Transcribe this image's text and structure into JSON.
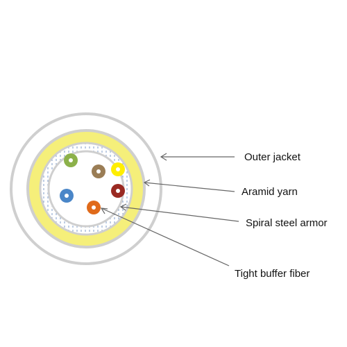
{
  "labels": {
    "outer_jacket": "Outer jacket",
    "aramid_yarn": "Aramid yarn",
    "spiral_steel_armor": "Spiral steel armor",
    "tight_buffer_fiber": "Tight buffer fiber"
  },
  "colors": {
    "outer_jacket": "#ffffff",
    "outer_jacket_stroke": "#cfcfcf",
    "aramid_yarn": "#f5ef7a",
    "armor_hatch": "#6e8fbf",
    "leader_line": "#666666",
    "fibers": [
      "#8cb14a",
      "#9a7d55",
      "#ffee00",
      "#4a86c8",
      "#9a2a22",
      "#e06a1a"
    ]
  },
  "fibers": [
    {
      "color_name": "green"
    },
    {
      "color_name": "brown"
    },
    {
      "color_name": "yellow"
    },
    {
      "color_name": "blue"
    },
    {
      "color_name": "red"
    },
    {
      "color_name": "orange"
    }
  ]
}
